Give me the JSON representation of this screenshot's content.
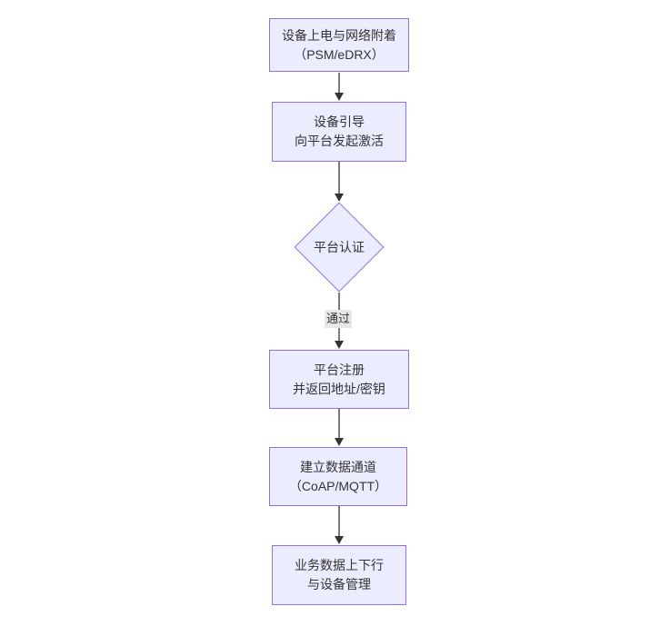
{
  "diagram": {
    "kind": "flowchart",
    "direction": "top-down",
    "nodes": [
      {
        "id": "power-attach",
        "shape": "rect",
        "lines": [
          "设备上电与网络附着",
          "（PSM/eDRX）"
        ]
      },
      {
        "id": "bootstrap",
        "shape": "rect",
        "lines": [
          "设备引导",
          "向平台发起激活"
        ]
      },
      {
        "id": "platform-auth",
        "shape": "diamond",
        "lines": [
          "平台认证"
        ]
      },
      {
        "id": "platform-register",
        "shape": "rect",
        "lines": [
          "平台注册",
          "并返回地址/密钥"
        ]
      },
      {
        "id": "data-channel",
        "shape": "rect",
        "lines": [
          "建立数据通道",
          "（CoAP/MQTT）"
        ]
      },
      {
        "id": "business-data",
        "shape": "rect",
        "lines": [
          "业务数据上下行",
          "与设备管理"
        ]
      }
    ],
    "edges": [
      {
        "from": "power-attach",
        "to": "bootstrap",
        "label": ""
      },
      {
        "from": "bootstrap",
        "to": "platform-auth",
        "label": ""
      },
      {
        "from": "platform-auth",
        "to": "platform-register",
        "label": "通过"
      },
      {
        "from": "platform-register",
        "to": "data-channel",
        "label": ""
      },
      {
        "from": "data-channel",
        "to": "business-data",
        "label": ""
      }
    ],
    "colors": {
      "node_fill": "#ECECFF",
      "node_border": "#9370DB",
      "edge": "#333333",
      "text": "#333333",
      "edge_label_bg": "#e8e8e8",
      "background": "#ffffff"
    }
  }
}
